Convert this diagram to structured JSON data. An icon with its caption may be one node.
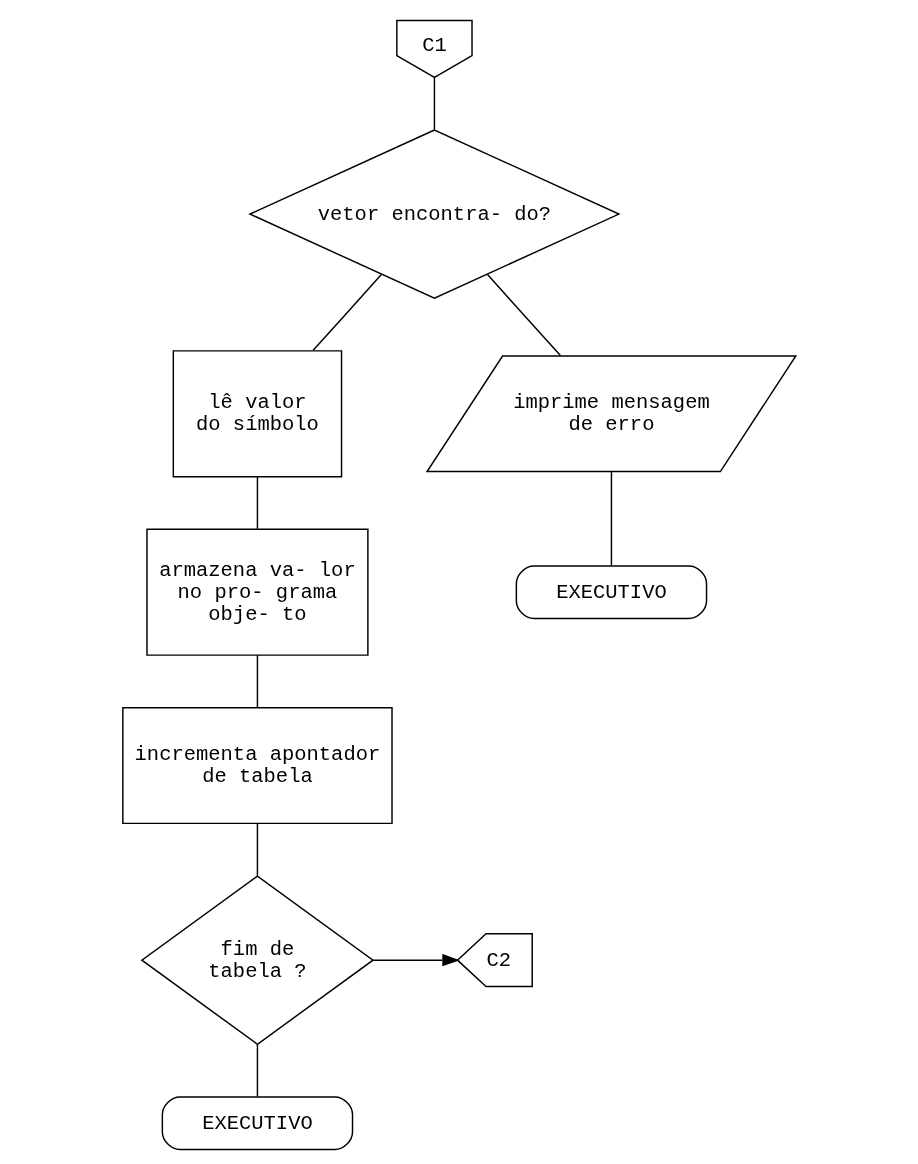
{
  "diagram": {
    "nodes": [
      {
        "text": [
          "C1"
        ]
      },
      {
        "text": [
          "vetor encontra- do?"
        ]
      },
      {
        "text": [
          "lê valor do símbolo"
        ]
      },
      {
        "text": [
          "armazena va- lor no pro- grama obje- to"
        ]
      },
      {
        "text": [
          "incrementa apontador de tabela"
        ]
      },
      {
        "text": [
          "fim de tabela ?"
        ]
      },
      {
        "text": [
          "EXECUTIVO"
        ]
      },
      {
        "text": [
          "C2"
        ]
      },
      {
        "text": [
          "imprime mensagem de erro"
        ]
      },
      {
        "text": [
          "EXECUTIVO"
        ]
      }
    ],
    "edges": [
      {
        "from": 0,
        "to": 1,
        "arrow": "none"
      },
      {
        "from": 1,
        "to": 2,
        "arrow": "none"
      },
      {
        "from": 1,
        "to": 8,
        "arrow": "none"
      },
      {
        "from": 2,
        "to": 3,
        "arrow": "none"
      },
      {
        "from": 3,
        "to": 4,
        "arrow": "none"
      },
      {
        "from": 4,
        "to": 5,
        "arrow": "none"
      },
      {
        "from": 5,
        "to": 7,
        "arrow": "to"
      },
      {
        "from": 5,
        "to": 6,
        "arrow": "none"
      },
      {
        "from": 8,
        "to": 9,
        "arrow": "none"
      }
    ]
  }
}
